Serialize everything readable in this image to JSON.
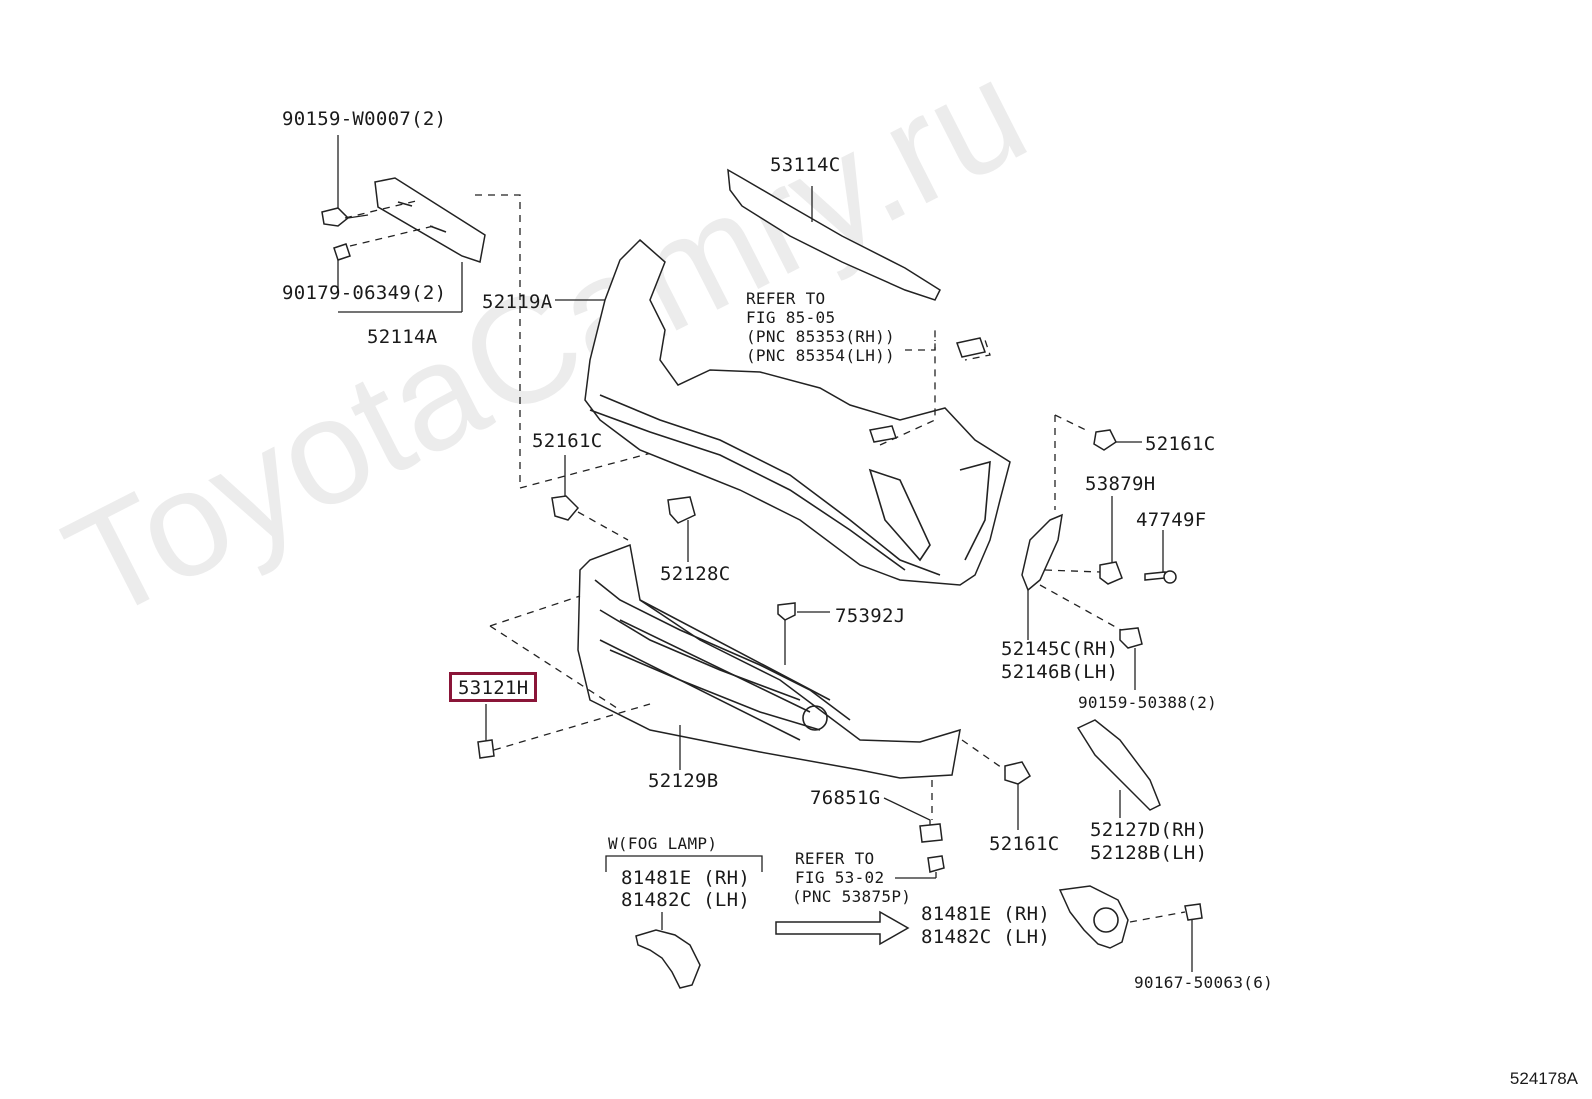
{
  "watermark": "ToyotaCamry.ru",
  "figure_code": "524178A",
  "highlighted_part": "53121H",
  "labels": {
    "p90159w": "90159-W0007(2)",
    "p90179": "90179-06349(2)",
    "p52114a": "52114A",
    "p53114c": "53114C",
    "p52119a": "52119A",
    "refer1_l1": "REFER TO",
    "refer1_l2": "FIG 85-05",
    "refer1_l3": "(PNC 85353(RH))",
    "refer1_l4": "(PNC 85354(LH))",
    "p52161c_a": "52161C",
    "p52161c_b": "52161C",
    "p52161c_c": "52161C",
    "p53879h": "53879H",
    "p47749f": "47749F",
    "p52128c": "52128C",
    "p75392j": "75392J",
    "p52145c": "52145C(RH)",
    "p52146b": "52146B(LH)",
    "p90159_50388": "90159-50388(2)",
    "p53121h": "53121H",
    "p52129b": "52129B",
    "p76851g": "76851G",
    "p52127d": "52127D(RH)",
    "p52128b": "52128B(LH)",
    "fog_header": "W(FOG LAMP)",
    "fog_rh": "81481E (RH)",
    "fog_lh": "81482C (LH)",
    "refer2_l1": "REFER TO",
    "refer2_l2": "FIG 53-02",
    "refer2_l3": "(PNC 53875P)",
    "lamp_rh": "81481E (RH)",
    "lamp_lh": "81482C (LH)",
    "p90167": "90167-50063(6)"
  },
  "colors": {
    "highlight": "#8a1538",
    "line": "#222222",
    "background": "#ffffff"
  }
}
